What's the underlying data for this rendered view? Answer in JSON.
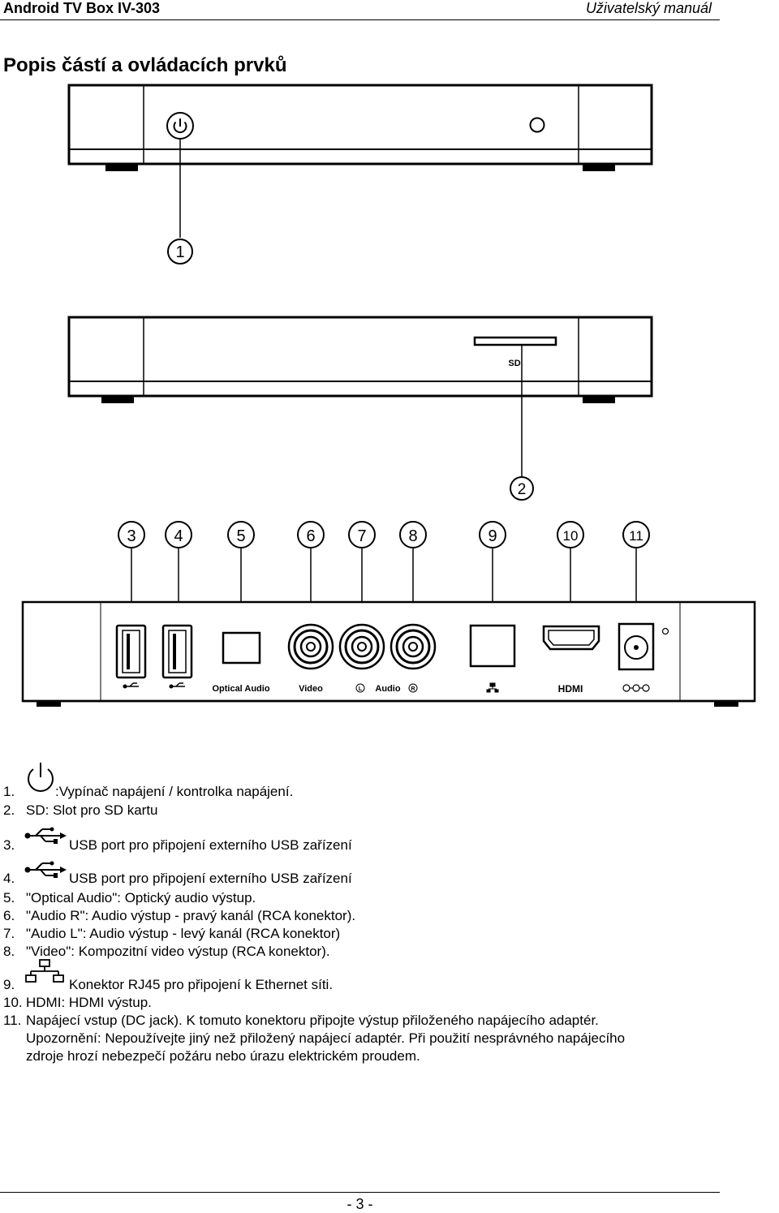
{
  "header": {
    "product": "Android TV Box IV-303",
    "doc_type": "Uživatelský manuál"
  },
  "section_title": "Popis částí a ovládacích prvků",
  "figures": {
    "front": {
      "callout": "1"
    },
    "side": {
      "slot_label": "SD",
      "callout": "2"
    },
    "rear": {
      "callouts": [
        "3",
        "4",
        "5",
        "6",
        "7",
        "8",
        "9",
        "10",
        "11"
      ],
      "labels": {
        "optical": "Optical Audio",
        "video": "Video",
        "audio_l": "L",
        "audio": "Audio",
        "audio_r": "R",
        "hdmi": "HDMI"
      }
    }
  },
  "items": [
    {
      "num": "1.",
      "text": ":Vypínač napájení / kontrolka napájení.",
      "icon": "power-icon"
    },
    {
      "num": "2.",
      "text": "SD: Slot pro SD kartu"
    },
    {
      "num": "3.",
      "text": "USB port pro připojení externího USB zařízení",
      "icon": "usb-icon"
    },
    {
      "num": "4.",
      "text": "USB port pro připojení externího USB zařízení",
      "icon": "usb-icon"
    },
    {
      "num": "5.",
      "text": "\"Optical Audio\": Optický audio výstup."
    },
    {
      "num": "6.",
      "text": "\"Audio R\": Audio výstup - pravý kanál (RCA konektor)."
    },
    {
      "num": "7.",
      "text": "\"Audio L\": Audio výstup - levý kanál (RCA konektor)"
    },
    {
      "num": "8.",
      "text": "\"Video\": Kompozitní video výstup (RCA konektor)."
    },
    {
      "num": "9.",
      "text": "Konektor RJ45 pro připojení k Ethernet síti.",
      "icon": "ethernet-icon"
    },
    {
      "num": "10.",
      "text": "HDMI: HDMI výstup."
    },
    {
      "num": "11.",
      "text": "Napájecí vstup (DC jack). K tomuto konektoru připojte výstup přiloženého napájecího adaptér."
    }
  ],
  "warning_lines": [
    "Upozornění: Nepoužívejte jiný než přiložený napájecí adaptér. Při použití nesprávného napájecího",
    "zdroje hrozí nebezpečí požáru nebo úrazu elektrickém proudem."
  ],
  "page_number": "- 3 -"
}
